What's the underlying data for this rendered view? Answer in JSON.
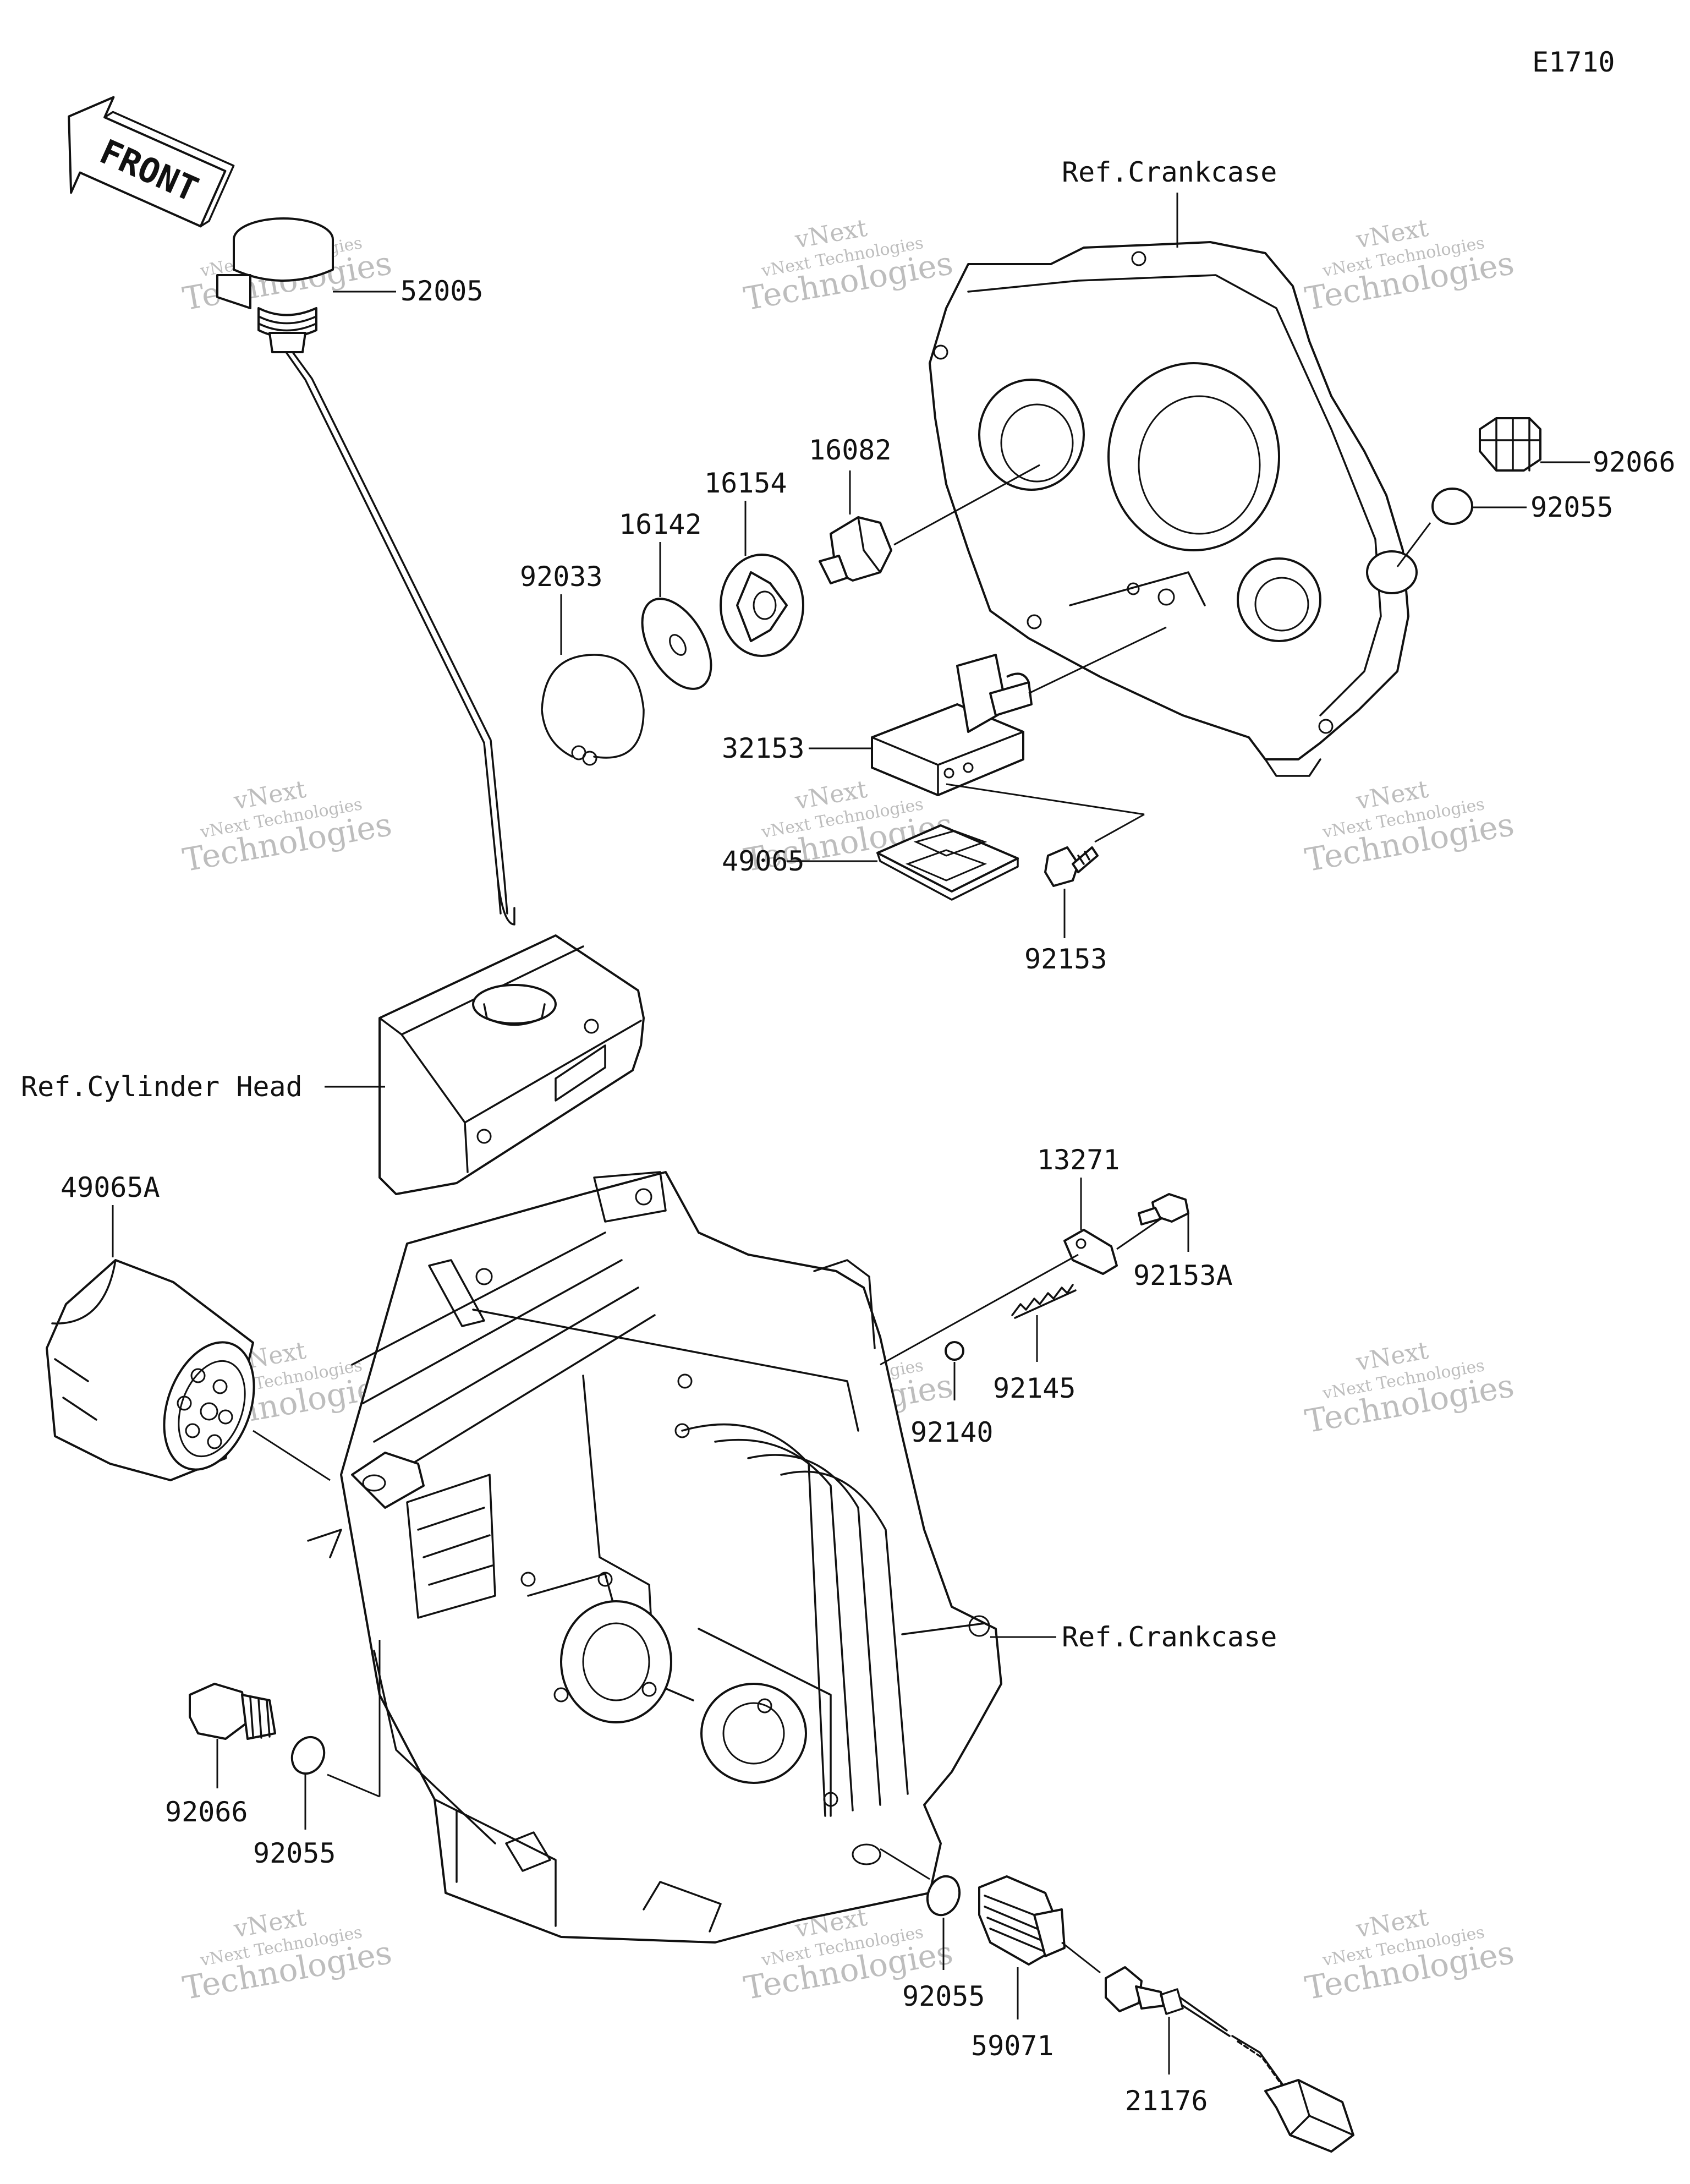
{
  "diagram_id": "E1710",
  "front_label": "FRONT",
  "ref_labels": {
    "crankcase_top": "Ref.Crankcase",
    "cylinder_head": "Ref.Cylinder Head",
    "crankcase_bottom": "Ref.Crankcase"
  },
  "parts": {
    "p52005": "52005",
    "p92066_top": "92066",
    "p92055_top": "92055",
    "p16082": "16082",
    "p16154": "16154",
    "p16142": "16142",
    "p92033": "92033",
    "p32153": "32153",
    "p49065": "49065",
    "p92153": "92153",
    "p49065A": "49065A",
    "p13271": "13271",
    "p92153A": "92153A",
    "p92145": "92145",
    "p92140": "92140",
    "p92066_bottom": "92066",
    "p92055_left": "92055",
    "p92055_bottom": "92055",
    "p59071": "59071",
    "p21176": "21176"
  },
  "watermark": {
    "line1": "vNext",
    "line2": "vNext Technologies",
    "line3": "Technologies"
  }
}
